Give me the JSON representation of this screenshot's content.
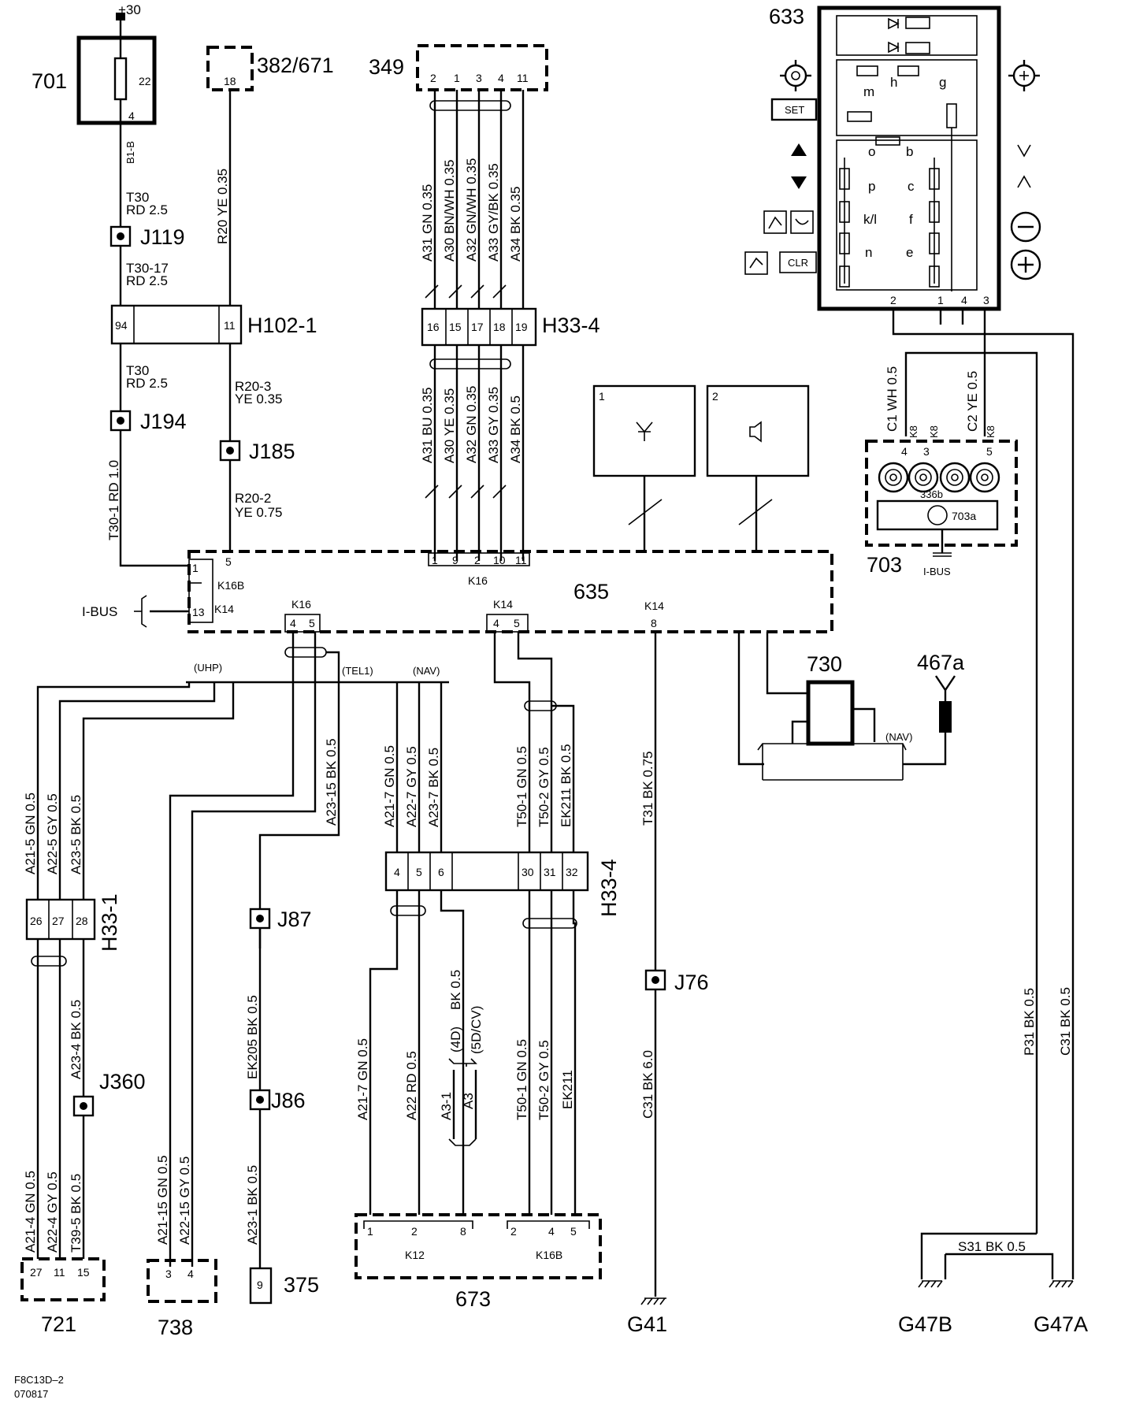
{
  "components": {
    "c701": "701",
    "c382": "382/671",
    "c349": "349",
    "c633": "633",
    "c635": "635",
    "c703": "703",
    "c703a": "703a",
    "c336b": "336b",
    "c730": "730",
    "c467a": "467a",
    "c721": "721",
    "c738": "738",
    "c375": "375",
    "c673": "673",
    "plus30": "+30"
  },
  "connectors": {
    "j119": "J119",
    "j194": "J194",
    "j185": "J185",
    "j87": "J87",
    "j86": "J86",
    "j76": "J76",
    "j360": "J360",
    "h102": "H102-1",
    "h33a": "H33-4",
    "h33b": "H33-4",
    "h33c": "H33-1"
  },
  "grounds": {
    "g41": "G41",
    "g47b": "G47B",
    "g47a": "G47A"
  },
  "wires": {
    "b1b": "B1-B",
    "t30a": "T30",
    "rd25a": "RD 2.5",
    "t3017": "T30-17",
    "rd25b": "RD 2.5",
    "t30b": "T30",
    "rd25c": "RD 2.5",
    "t301": "T30-1  RD 1.0",
    "r20": "R20   YE  0.35",
    "r203": "R20-3",
    "ye035": "YE 0.35",
    "r202": "R20-2",
    "ye075": "YE 0.75",
    "a31a": "A31  GN  0.35",
    "a30a": "A30  BN/WH  0.35",
    "a32a": "A32  GN/WH  0.35",
    "a33a": "A33  GY/BK  0.35",
    "a34a": "A34  BK  0.35",
    "a31b": "A31  BU  0.35",
    "a30b": "A30  YE  0.35",
    "a32b": "A32  GN  0.35",
    "a33b": "A33  GY  0.35",
    "a34b": "A34  BK   0.5",
    "wh05": "C1   WH  0.5",
    "ye05": "C2   YE  0.5",
    "k8a": "K8",
    "k8b": "K8",
    "k8c": "K8",
    "a215": "A21-5  GN  0.5",
    "a225": "A22-5  GY  0.5",
    "a235": "A23-5  BK  0.5",
    "a2315": "A23-15  BK  0.5",
    "a217": "A21-7  GN  0.5",
    "a227": "A22-7  GY  0.5",
    "a237": "A23-7  BK  0.5",
    "t501": "T50-1  GN  0.5",
    "t502": "T50-2  GY  0.5",
    "ek211": "EK211  BK  0.5",
    "t31": "T31  BK  0.75",
    "a234": "A23-4  BK  0.5",
    "a214": "A21-4  GN  0.5",
    "a224": "A22-4  GY  0.5",
    "t395": "T39-5  BK  0.5",
    "a2115": "A21-15  GN  0.5",
    "a2215": "A22-15  GY  0.5",
    "ek205": "EK205  BK  0.5",
    "a231": "A23-1  BK  0.5",
    "a217b": "A21-7  GN  0.5",
    "a22": "A22  RD  0.5",
    "a31": "A3-1",
    "a3": "A3",
    "bk05": "BK  0.5",
    "d4": "(4D)",
    "d5": "(5D/CV)",
    "t501b": "T50-1  GN  0.5",
    "t502b": "T50-2  GY  0.5",
    "ek211b": "EK211",
    "c31a": "C31  BK  6.0",
    "p31": "P31  BK  0.5",
    "c31b": "C31  BK  0.5",
    "s31": "S31   BK   0.5"
  },
  "labels": {
    "ibus1": "I-BUS",
    "ibus2": "I-BUS",
    "uhp": "(UHP)",
    "tel1": "(TEL1)",
    "nav1": "(NAV)",
    "nav2": "(NAV)",
    "k16a": "K16",
    "k16b": "K16",
    "k16c": "K16B",
    "k14a": "K14",
    "k14b": "K14",
    "k14c": "K14",
    "k12": "K12",
    "k16d": "K16B",
    "set": "SET",
    "clr": "CLR",
    "sw_m": "m",
    "sw_h": "h",
    "sw_g": "g",
    "sw_o": "o",
    "sw_b": "b",
    "sw_p": "p",
    "sw_c": "c",
    "sw_kl": "k/l",
    "sw_f": "f",
    "sw_n": "n",
    "sw_e": "e"
  },
  "footer": {
    "code": "F8C13D–2",
    "date": "070817"
  }
}
